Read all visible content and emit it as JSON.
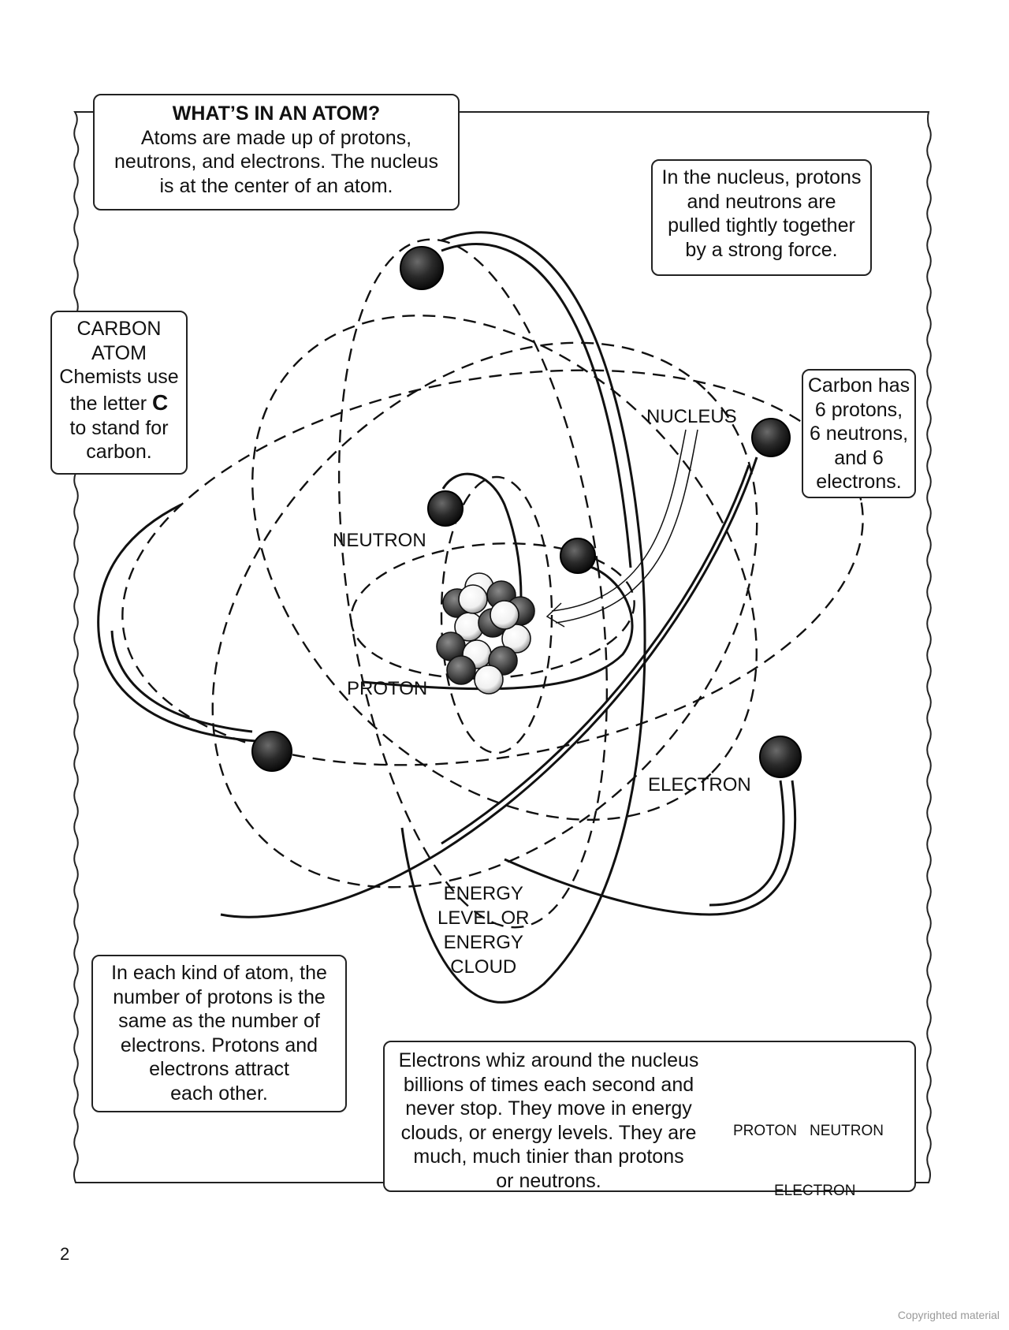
{
  "boxes": {
    "whats_in_atom": {
      "title": "WHAT’S IN AN ATOM?",
      "lines": [
        "Atoms are made up of protons,",
        "neutrons, and electrons. The nucleus",
        "is at the center of an atom."
      ]
    },
    "nucleus_info": {
      "lines": [
        "In the nucleus, protons",
        "and neutrons are",
        "pulled tightly together",
        "by a strong force."
      ]
    },
    "carbon_atom": {
      "line1": "CARBON",
      "line2": "ATOM",
      "line3": "Chemists use",
      "line4_prefix": "the letter ",
      "line4_letter": "C",
      "line5": "to stand for",
      "line6": "carbon."
    },
    "carbon_counts": {
      "lines": [
        "Carbon has",
        "6 protons,",
        "6 neutrons,",
        "and 6",
        "electrons."
      ]
    },
    "protons_electrons": {
      "lines": [
        "In each kind of atom, the",
        "number of protons is the",
        "same as the number of",
        "electrons. Protons and",
        "electrons attract",
        "each other."
      ]
    },
    "electrons_whiz": {
      "lines": [
        "Electrons whiz around the nucleus",
        "billions of times each second and",
        "never stop. They move in energy",
        "clouds, or energy levels. They are",
        "much, much tinier than protons",
        "or neutrons."
      ]
    }
  },
  "labels": {
    "nucleus": "NUCLEUS",
    "neutron": "NEUTRON",
    "proton": "PROTON",
    "electron": "ELECTRON",
    "energy_level": [
      "ENERGY",
      "LEVEL OR",
      "ENERGY",
      "CLOUD"
    ]
  },
  "legend": {
    "proton": "PROTON",
    "neutron": "NEUTRON",
    "electron": "ELECTRON"
  },
  "page_number": "2",
  "copyright": "Copyrighted material"
}
